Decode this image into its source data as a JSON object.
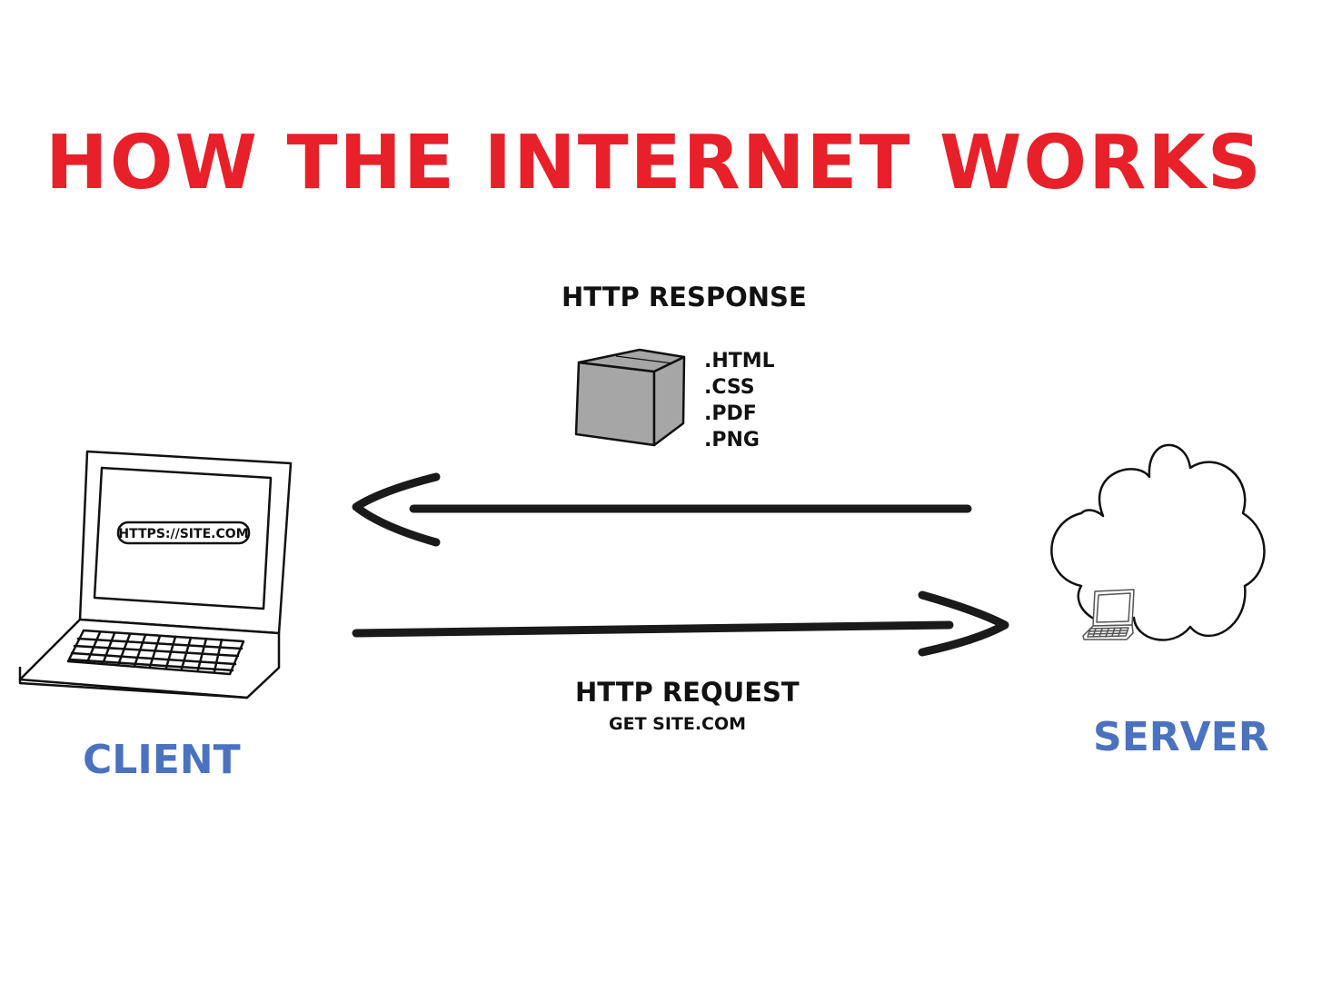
{
  "title": "HOW THE INTERNET WORKS",
  "response": {
    "label": "HTTP RESPONSE",
    "files": [
      ".HTML",
      ".CSS",
      ".PDF",
      ".PNG"
    ]
  },
  "request": {
    "label": "HTTP REQUEST",
    "detail": "GET SITE.COM"
  },
  "client": {
    "label": "CLIENT",
    "url": "HTTPS://SITE.COM"
  },
  "server": {
    "label": "SERVER"
  },
  "colors": {
    "title": "#e8202a",
    "role_labels": "#4a72bf",
    "box": "#a6a6a6",
    "lines": "#111111"
  }
}
